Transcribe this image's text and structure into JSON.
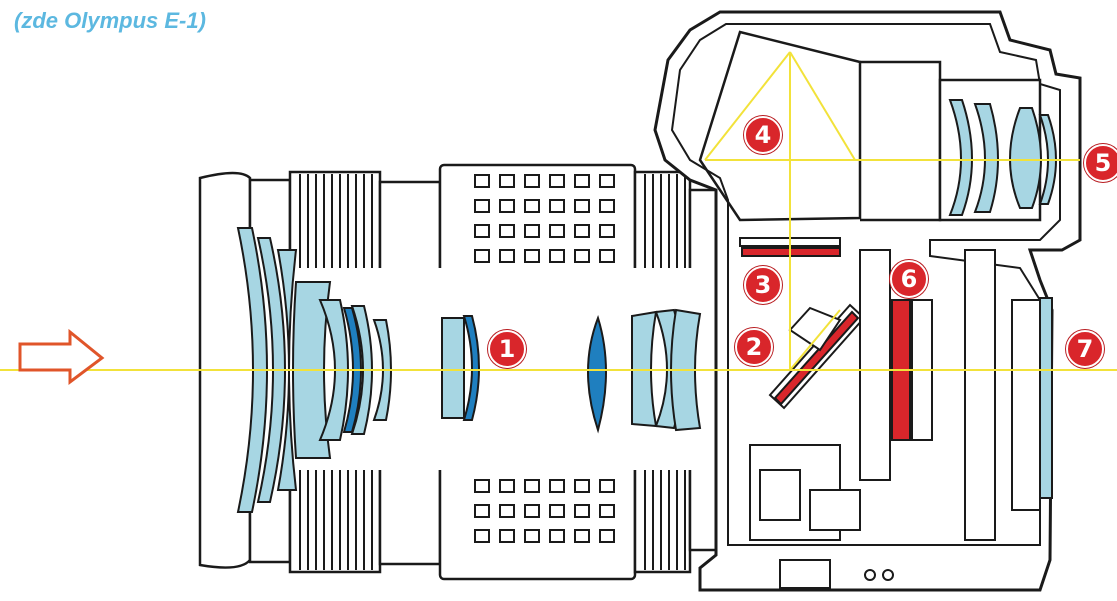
{
  "caption": "(zde Olympus E-1)",
  "markers": [
    "1",
    "2",
    "3",
    "4",
    "5",
    "6",
    "7"
  ],
  "colors": {
    "caption": "#5cb8e0",
    "optical_axis": "#f2e23a",
    "marker_fill": "#d9262b",
    "lens_glass": "#a7d6e3",
    "lens_glass_dark": "#1f7fbf",
    "sensor_red": "#d9262b",
    "outline": "#1a1a1a",
    "arrow": "#e0552a"
  },
  "icons": {
    "light_direction": "arrow-right-icon"
  }
}
